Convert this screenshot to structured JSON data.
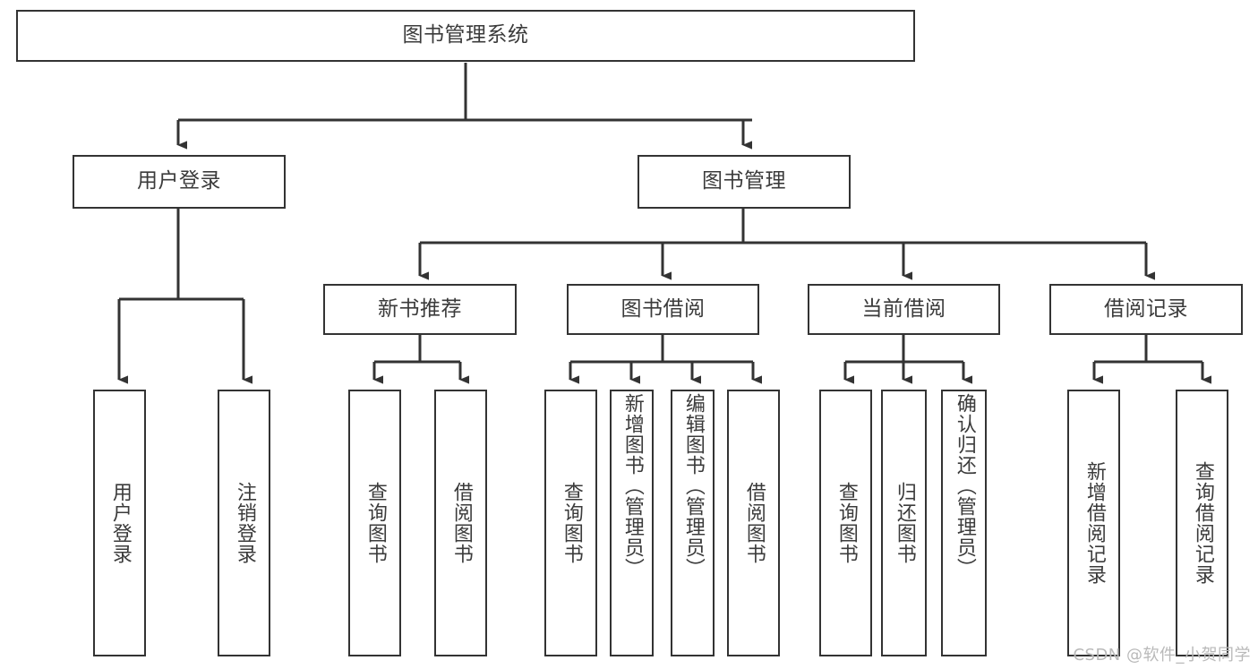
{
  "diagram": {
    "title": "图书管理系统",
    "type": "tree-hierarchy-diagram",
    "watermark": "CSDN @软件_小贺同学",
    "accent_colors": {
      "line": "#333333",
      "text": "#3b3b3b",
      "background": "#ffffff",
      "watermark": "#b9b9b9"
    },
    "levels": {
      "root": {
        "label": "图书管理系统"
      },
      "level2": [
        {
          "label": "用户登录"
        },
        {
          "label": "图书管理"
        }
      ],
      "level3": [
        {
          "label": "新书推荐"
        },
        {
          "label": "图书借阅"
        },
        {
          "label": "当前借阅"
        },
        {
          "label": "借阅记录"
        }
      ],
      "leaves": {
        "user_login": [
          {
            "label": "用户登录"
          },
          {
            "label": "注销登录"
          }
        ],
        "new_book_recommend": [
          {
            "label": "查询图书"
          },
          {
            "label": "借阅图书"
          }
        ],
        "book_borrow": [
          {
            "label": "查询图书"
          },
          {
            "label": "新增图书（管理员）"
          },
          {
            "label": "编辑图书（管理员）"
          },
          {
            "label": "借阅图书"
          }
        ],
        "current_borrow": [
          {
            "label": "查询图书"
          },
          {
            "label": "归还图书"
          },
          {
            "label": "确认归还（管理员）"
          }
        ],
        "borrow_record": [
          {
            "label": "新增借阅记录"
          },
          {
            "label": "查询借阅记录"
          }
        ]
      }
    }
  }
}
